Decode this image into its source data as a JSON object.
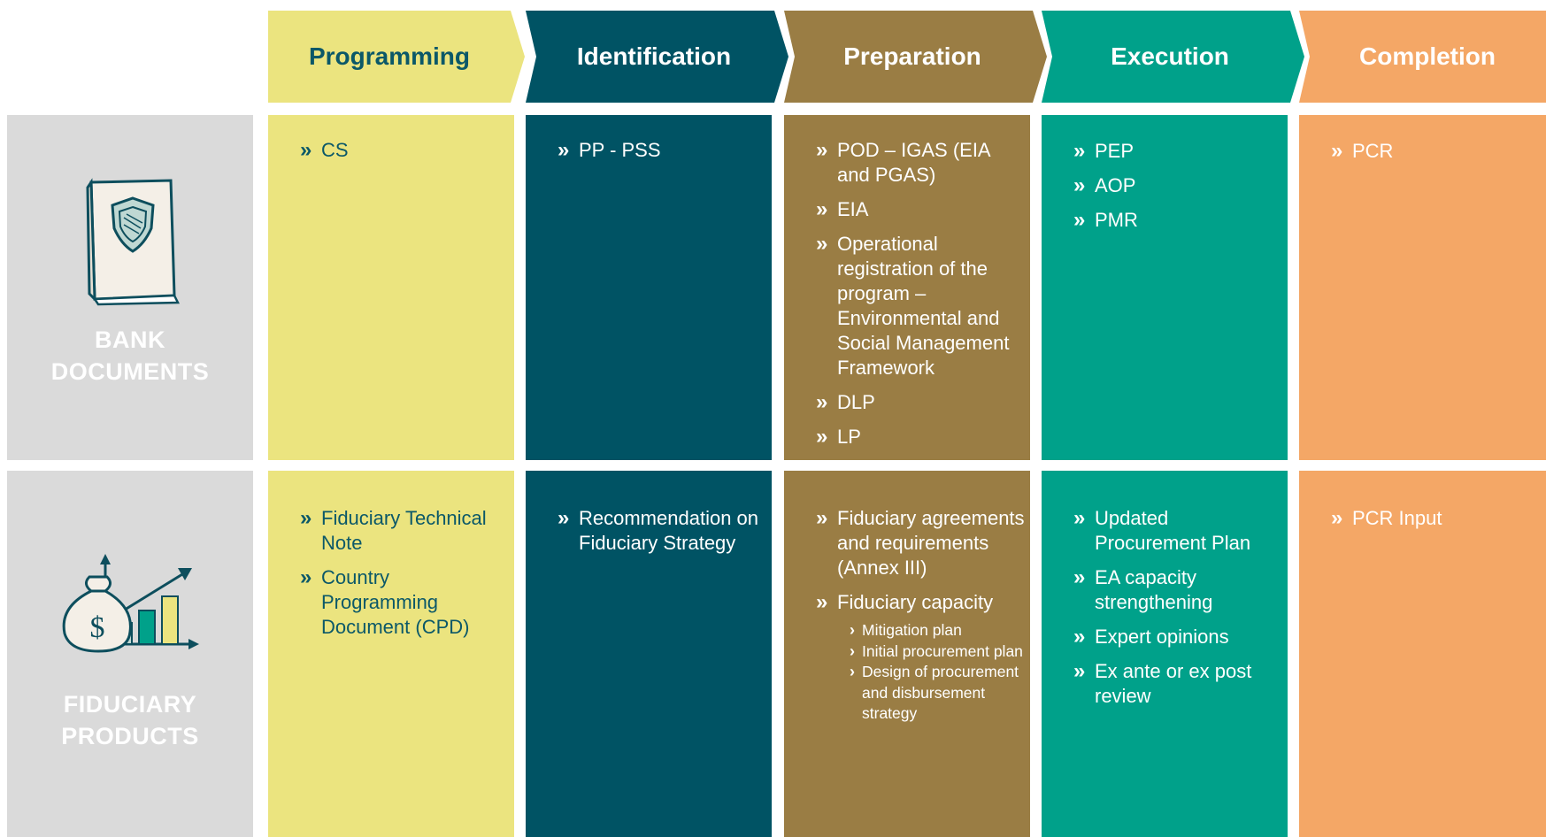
{
  "colors": {
    "programming": "#ebe47f",
    "identification": "#005364",
    "preparation": "#9a7d44",
    "execution": "#00a18a",
    "completion": "#f4a766",
    "rowhead_bg": "#dadada"
  },
  "stages": [
    {
      "name": "Programming",
      "text_color": "#0b5868"
    },
    {
      "name": "Identification",
      "text_color": "#ffffff"
    },
    {
      "name": "Preparation",
      "text_color": "#ffffff"
    },
    {
      "name": "Execution",
      "text_color": "#ffffff"
    },
    {
      "name": "Completion",
      "text_color": "#ffffff"
    }
  ],
  "rows": {
    "bank": {
      "title_line1": "BANK",
      "title_line2": "DOCUMENTS",
      "icon": "document-shield-icon"
    },
    "fiduciary": {
      "title_line1": "FIDUCIARY",
      "title_line2": "PRODUCTS",
      "icon": "money-bag-chart-icon"
    }
  },
  "bank_items": {
    "programming": [
      "CS"
    ],
    "identification": [
      "PP - PSS"
    ],
    "preparation": [
      "POD – IGAS (EIA and PGAS)",
      "EIA",
      "Operational registration of the program – Environmental and Social Management Framework",
      "DLP",
      "LP"
    ],
    "execution": [
      "PEP",
      "AOP",
      "PMR"
    ],
    "completion": [
      "PCR"
    ]
  },
  "fiduciary_items": {
    "programming": [
      "Fiduciary Technical Note",
      "Country Programming Document (CPD)"
    ],
    "identification": [
      "Recommendation on Fiduciary Strategy"
    ],
    "preparation": [
      "Fiduciary agreements and requirements (Annex III)",
      "Fiduciary capacity"
    ],
    "preparation_subitems": [
      "Mitigation plan",
      "Initial procurement plan",
      "Design of procurement and disbursement strategy"
    ],
    "execution": [
      "Updated Procurement Plan",
      "EA capacity strengthening",
      "Expert opinions",
      "Ex ante or ex post review"
    ],
    "completion": [
      "PCR Input"
    ]
  },
  "bullet_glyph": "»",
  "sub_bullet_glyph": "›"
}
